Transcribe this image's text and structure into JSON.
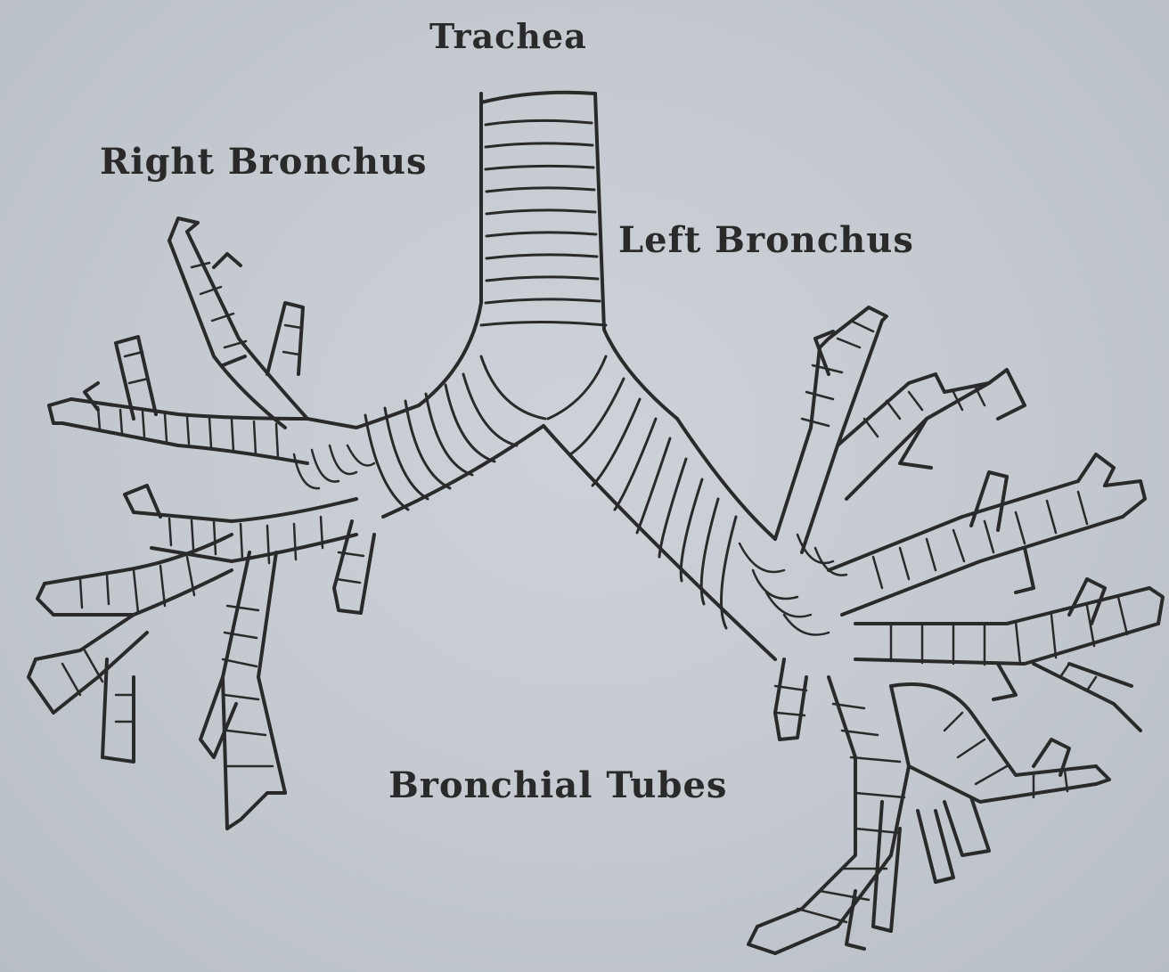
{
  "labels": {
    "trachea": "Trachea",
    "right_bronchus": "Right Bronchus",
    "left_bronchus": "Left Bronchus",
    "bronchial_tubes": "Bronchial Tubes"
  },
  "colors": {
    "paper": "#c4cad0",
    "ink": "#2a2a2a"
  }
}
